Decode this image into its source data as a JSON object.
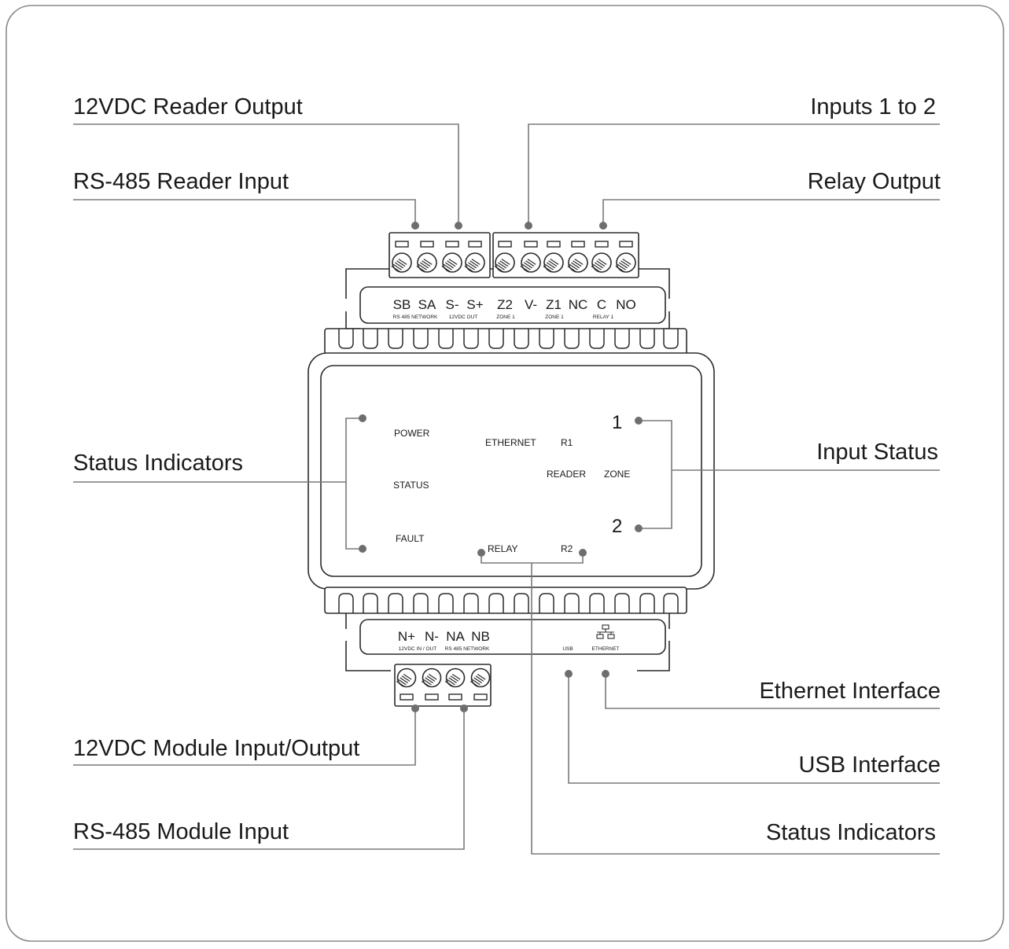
{
  "callouts": {
    "reader_output_12vdc": "12VDC Reader Output",
    "rs485_reader_input": "RS-485 Reader Input",
    "inputs_1_to_2": "Inputs 1 to 2",
    "relay_output": "Relay Output",
    "status_indicators_left": "Status Indicators",
    "input_status": "Input Status",
    "ethernet_interface": "Ethernet Interface",
    "usb_interface": "USB Interface",
    "module_io_12vdc": "12VDC Module Input/Output",
    "rs485_module_input": "RS-485 Module Input",
    "status_indicators_bottom": "Status Indicators"
  },
  "top_terminals": {
    "labels": [
      "SB",
      "SA",
      "S-",
      "S+",
      "Z2",
      "V-",
      "Z1",
      "NC",
      "C",
      "NO"
    ],
    "groups": [
      "RS 485 NETWORK",
      "12VDC OUT",
      "ZONE 1",
      "ZONE 1",
      "RELAY 1"
    ]
  },
  "bottom_terminals": {
    "labels": [
      "N+",
      "N-",
      "NA",
      "NB"
    ],
    "groups": [
      "12VDC IN / OUT",
      "RS 485 NETWORK"
    ],
    "usb_label": "USB",
    "ethernet_label": "ETHERNET"
  },
  "panel": {
    "power": "POWER",
    "status": "STATUS",
    "fault": "FAULT",
    "ethernet": "ETHERNET",
    "r1": "R1",
    "reader": "READER",
    "zone": "ZONE",
    "relay": "RELAY",
    "r2": "R2",
    "zone_1": "1",
    "zone_2": "2"
  },
  "colors": {
    "outline": "#2b2b2b",
    "leader": "#7a7a7a",
    "dot": "#6e6e6e",
    "frame": "#8a8a8a"
  }
}
